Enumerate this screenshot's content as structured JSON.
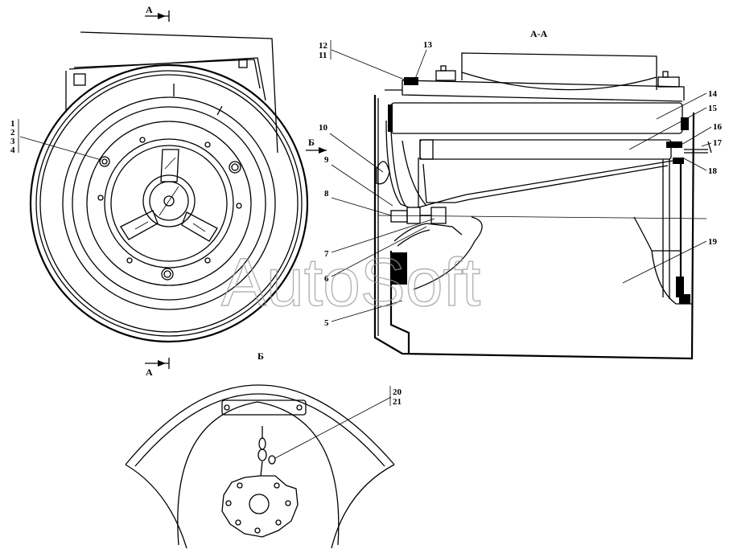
{
  "views": {
    "section_marker_top": "А",
    "section_marker_bottom": "А",
    "section_title": "А-А",
    "view_b_title": "Б",
    "view_b_arrow": "Б"
  },
  "callouts": {
    "c1": "1",
    "c2": "2",
    "c3": "3",
    "c4": "4",
    "c5": "5",
    "c6": "6",
    "c7": "7",
    "c8": "8",
    "c9": "9",
    "c10": "10",
    "c11": "11",
    "c12": "12",
    "c13": "13",
    "c14": "14",
    "c15": "15",
    "c16": "16",
    "c17": "17",
    "c18": "18",
    "c19": "19",
    "c20": "20",
    "c21": "21"
  },
  "watermark": "AutoSoft"
}
